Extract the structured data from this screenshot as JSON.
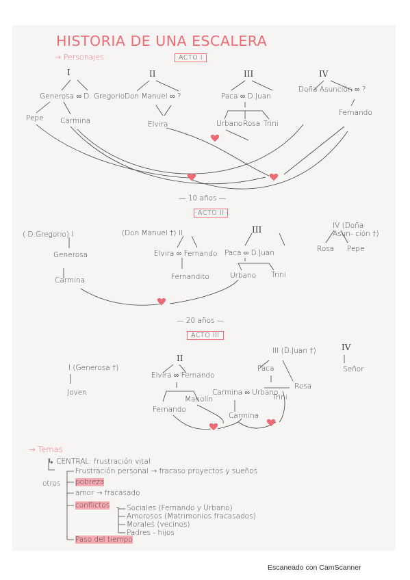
{
  "title": "HISTORIA DE UNA ESCALERA",
  "personajes": "→ Personajes",
  "acto1": {
    "label": "ACTO I",
    "roman": [
      "I",
      "II",
      "III",
      "IV"
    ],
    "names": {
      "generosa_gregorio": "Generosa ∞ D. Gregorio",
      "manuel": "Don Manuel ∞ ?",
      "paca_juan": "Paca ∞ D.Juan",
      "asuncion": "Doña Asunción ∞ ?",
      "pepe": "Pepe",
      "carmina": "Carmina",
      "elvira": "Elvira",
      "urbano": "Urbano",
      "rosa": "Rosa",
      "trini": "Trini",
      "fernando": "Fernando"
    }
  },
  "sep1": "— 10 años —",
  "acto2": {
    "label": "ACTO II",
    "gregorio": "( D.Gregorio) I",
    "manuel": "(Don Manuel †) II",
    "roman3": "III",
    "asuncion": "IV (Doña Asun- ción †)",
    "generosa": "Generosa",
    "carmina": "Carmina",
    "elvira_fernando": "Elvira ∞ Fernando",
    "fernandito": "Fernandito",
    "paca_juan": "Paca ∞ D.Juan",
    "urbano": "Urbano",
    "trini": "Trini",
    "rosa": "Rosa",
    "pepe": "Pepe"
  },
  "sep2": "— 20 años —",
  "acto3": {
    "label": "ACTO III",
    "generosa": "I (Generosa †)",
    "joven": "Joven",
    "roman2": "II",
    "elvira_fernando": "Elvira ∞ Fernando",
    "fernando": "Fernando",
    "manolin": "Manolín",
    "carmina_urbano": "Carmina ∞ Urbano",
    "carmina_hija": "Carmina",
    "juan": "III (D.Juan †)",
    "paca": "Paca",
    "rosa": "Rosa",
    "trini": "Trini",
    "roman4": "IV",
    "senor": "Señor"
  },
  "temas": {
    "heading": "→ Temas",
    "central": "↳ CENTRAL: frustración vital",
    "otros": "otros",
    "items": [
      "Frustración personal → fracaso proyectos y sueños",
      "pobreza",
      "amor → fracasado",
      "conflictos",
      "Paso del tiempo"
    ],
    "conflictos_items": [
      "Sociales (Fernando y Urbano)",
      "Amorosos (Matrimonios fracasados)",
      "Morales (vecinos)",
      "Padres - hijos"
    ]
  },
  "footer": "Escaneado con CamScanner",
  "colors": {
    "ink": "#3e3e40",
    "accent": "#ee6b73",
    "highlight": "#f7aab2",
    "paper": "#f7f5f4"
  }
}
